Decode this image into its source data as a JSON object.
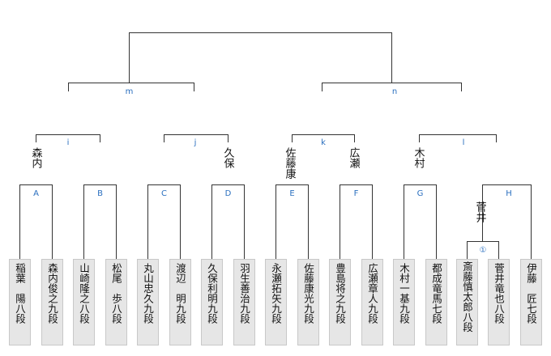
{
  "players": [
    {
      "name": "稲葉　陽八段"
    },
    {
      "name": "森内俊之九段"
    },
    {
      "name": "山崎隆之八段"
    },
    {
      "name": "松尾　歩八段"
    },
    {
      "name": "丸山忠久九段"
    },
    {
      "name": "渡辺　明九段"
    },
    {
      "name": "久保利明九段"
    },
    {
      "name": "羽生善治九段"
    },
    {
      "name": "永瀬拓矢九段"
    },
    {
      "name": "佐藤康光九段"
    },
    {
      "name": "豊島将之九段"
    },
    {
      "name": "広瀬章人九段"
    },
    {
      "name": "木村一基九段"
    },
    {
      "name": "都成竜馬七段"
    },
    {
      "name": "斎藤慎太郎八段"
    },
    {
      "name": "菅井竜也八段"
    },
    {
      "name": "伊藤　匠七段"
    }
  ],
  "round0": [
    {
      "label": "①",
      "winner": "菅井"
    }
  ],
  "round1": [
    {
      "label": "A",
      "winner": "森内"
    },
    {
      "label": "B",
      "winner": ""
    },
    {
      "label": "C",
      "winner": ""
    },
    {
      "label": "D",
      "winner": "久保"
    },
    {
      "label": "E",
      "winner": "佐藤康"
    },
    {
      "label": "F",
      "winner": "広瀬"
    },
    {
      "label": "G",
      "winner": "木村"
    },
    {
      "label": "H",
      "winner": ""
    }
  ],
  "round2": [
    {
      "label": "i"
    },
    {
      "label": "j"
    },
    {
      "label": "k"
    },
    {
      "label": "l"
    }
  ],
  "round3": [
    {
      "label": "m"
    },
    {
      "label": "n"
    }
  ]
}
